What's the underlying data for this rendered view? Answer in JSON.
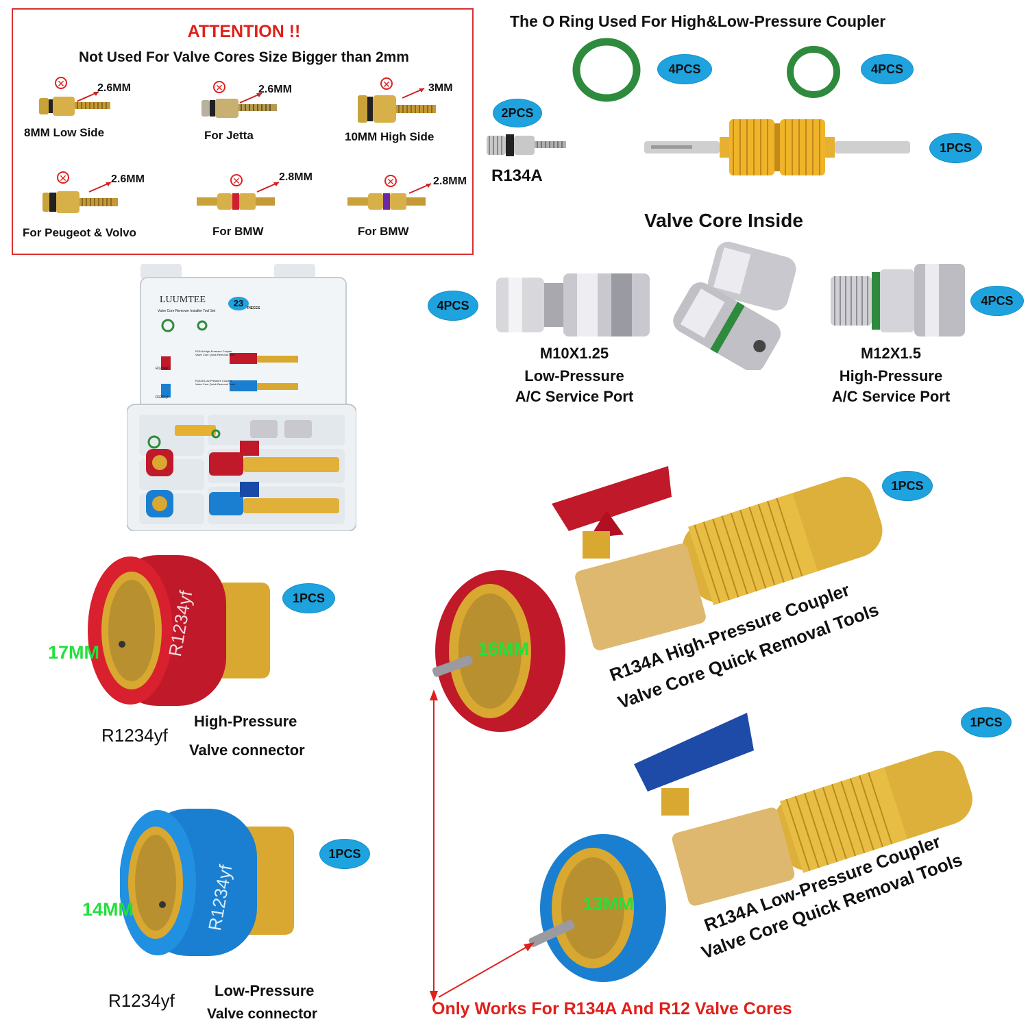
{
  "attention": {
    "title": "ATTENTION !!",
    "subtitle": "Not Used For Valve Cores Size Bigger than 2mm",
    "items": [
      {
        "label": "8MM Low Side",
        "size": "2.6MM"
      },
      {
        "label": "For Jetta",
        "size": "2.6MM"
      },
      {
        "label": "10MM High Side",
        "size": "3MM"
      },
      {
        "label": "For Peugeot & Volvo",
        "size": "2.6MM"
      },
      {
        "label": "For BMW",
        "size": "2.8MM"
      },
      {
        "label": "For BMW",
        "size": "2.8MM"
      }
    ],
    "x_symbol": "✕"
  },
  "oring": {
    "heading": "The O Ring Used For High&Low-Pressure Coupler",
    "qty_large": "4PCS",
    "qty_small": "4PCS"
  },
  "r134a_core": {
    "qty": "2PCS",
    "label": "R134A"
  },
  "tool": {
    "qty": "1PCS"
  },
  "valve_core_inside": {
    "heading": "Valve Core Inside",
    "low": {
      "qty": "4PCS",
      "size": "M10X1.25",
      "line1": "Low-Pressure",
      "line2": "A/C Service Port"
    },
    "high": {
      "qty": "4PCS",
      "size": "M12X1.5",
      "line1": "High-Pressure",
      "line2": "A/C Service Port"
    }
  },
  "box": {
    "brand": "LUUMTEE",
    "count": "23",
    "count_unit": "PIECES",
    "subtitle": "Valve Core Remover Installer Tool Set",
    "r134a_high": "R134A High-Pressure Coupler Valve Core Quick Removal Tools",
    "r134a_low": "R134A Low-Pressure Coupler Valve Core Quick Removal Tools",
    "r1234yf": "R1234yf"
  },
  "r1234yf_high": {
    "qty": "1PCS",
    "mm": "17MM",
    "model": "R1234yf",
    "line1": "High-Pressure",
    "line2": "Valve connector",
    "ring_text": "R1234yf"
  },
  "r1234yf_low": {
    "qty": "1PCS",
    "mm": "14MM",
    "model": "R1234yf",
    "line1": "Low-Pressure",
    "line2": "Valve connector",
    "ring_text": "R1234yf"
  },
  "r134a_high_tool": {
    "qty": "1PCS",
    "mm": "16MM",
    "line1": "R134A  High-Pressure Coupler",
    "line2": "Valve Core Quick Removal Tools"
  },
  "r134a_low_tool": {
    "qty": "1PCS",
    "mm": "13MM",
    "line1": "R134A  Low-Pressure Coupler",
    "line2": "Valve Core Quick Removal Tools"
  },
  "footer_note": "Only Works For R134A And R12 Valve Cores",
  "colors": {
    "accent_red": "#e0201a",
    "pcs_blue": "#1ea3df",
    "mm_green": "#22e03c",
    "brass": "#d9a830",
    "red_ring": "#c0192a",
    "blue_ring": "#1a7fd0",
    "oring_green": "#2e8a3c"
  }
}
